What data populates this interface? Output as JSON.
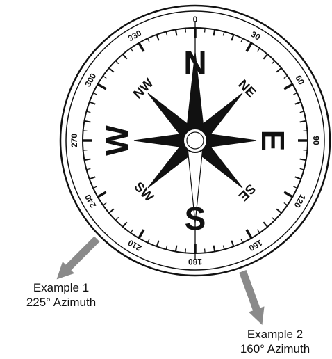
{
  "compass": {
    "degree_labels": [
      "0",
      "30",
      "60",
      "90",
      "120",
      "150",
      "180",
      "210",
      "240",
      "270",
      "300",
      "330"
    ],
    "cardinals": [
      "N",
      "E",
      "S",
      "W"
    ],
    "intercardinals": [
      "NE",
      "SE",
      "SW",
      "NW"
    ]
  },
  "examples": [
    {
      "title": "Example 1",
      "azimuth_text": "225° Azimuth",
      "azimuth_deg": 225
    },
    {
      "title": "Example 2",
      "azimuth_text": "160° Azimuth",
      "azimuth_deg": 160
    }
  ],
  "colors": {
    "ink": "#111111",
    "arrow": "#8a8a8a",
    "background": "#ffffff"
  }
}
